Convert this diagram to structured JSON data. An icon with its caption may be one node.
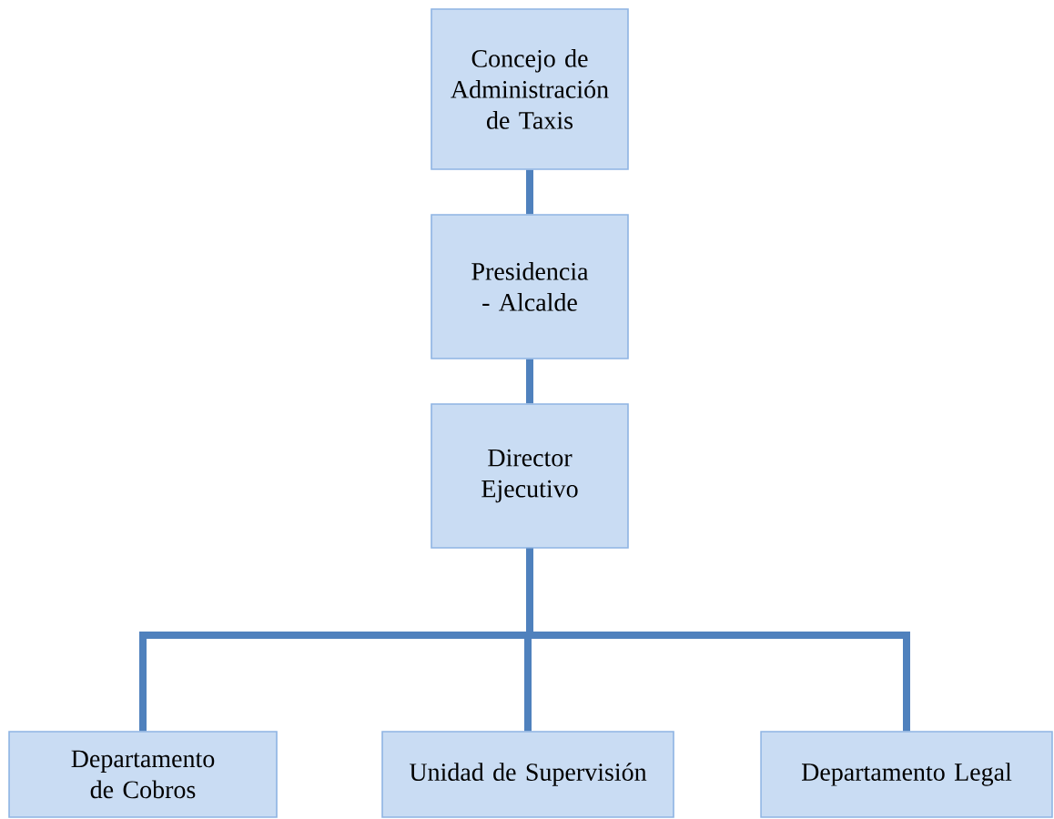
{
  "diagram": {
    "nodes": [
      {
        "text": [
          "Concejo de Administración de Taxis"
        ]
      },
      {
        "text": [
          "Presidencia - Alcalde"
        ]
      },
      {
        "text": [
          "Director Ejecutivo"
        ]
      },
      {
        "text": [
          "Departamento de Cobros"
        ]
      },
      {
        "text": [
          "Unidad de Supervisión"
        ]
      },
      {
        "text": [
          "Departamento Legal"
        ]
      }
    ],
    "edges": [
      {
        "from": 0,
        "to": 1,
        "arrow": "none"
      },
      {
        "from": 1,
        "to": 2,
        "arrow": "none"
      },
      {
        "from": 2,
        "to": 3,
        "arrow": "none"
      },
      {
        "from": 2,
        "to": 4,
        "arrow": "none"
      },
      {
        "from": 2,
        "to": 5,
        "arrow": "none"
      }
    ]
  }
}
